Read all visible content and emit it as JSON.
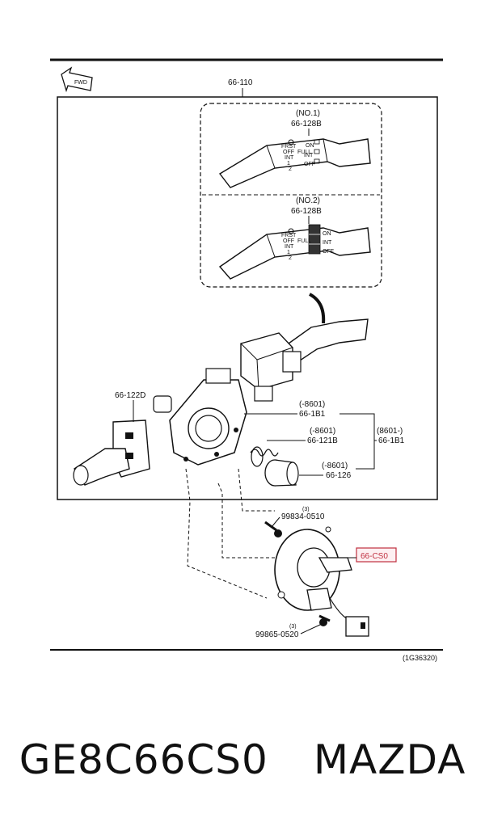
{
  "diagram": {
    "labels": {
      "assembly": "66-110",
      "variant1_no": "(NO.1)",
      "variant1_part": "66-128B",
      "variant2_no": "(NO.2)",
      "variant2_part": "66-128B",
      "left_switch": "66-122D",
      "body_range": "(-8601)",
      "body_part": "66-1B1",
      "spring_range": "(-8601)",
      "spring_part": "66-121B",
      "alt_range": "(8601-)",
      "alt_part": "66-1B1",
      "bush_range": "(-8601)",
      "bush_part": "66-126",
      "screw1_qty": "(3)",
      "screw1_part": "99834-0510",
      "clockspring": "66-CS0",
      "screw2_qty": "(3)",
      "screw2_part": "99865-0520",
      "figure_code": "(1G36320)",
      "fwd": "FWD"
    },
    "lever_marks_1": [
      "FRST",
      "OFF",
      "FULL",
      "INT",
      "1",
      "2",
      "ON",
      "INT",
      "OFF"
    ],
    "lever_marks_2": [
      "FRST",
      "OFF",
      "FULL",
      "INT",
      "1",
      "2",
      "ON",
      "INT",
      "OFF"
    ],
    "highlight_color": "#c03040"
  },
  "caption": {
    "part_number": "GE8C66CS0",
    "brand": "MAZDA"
  }
}
